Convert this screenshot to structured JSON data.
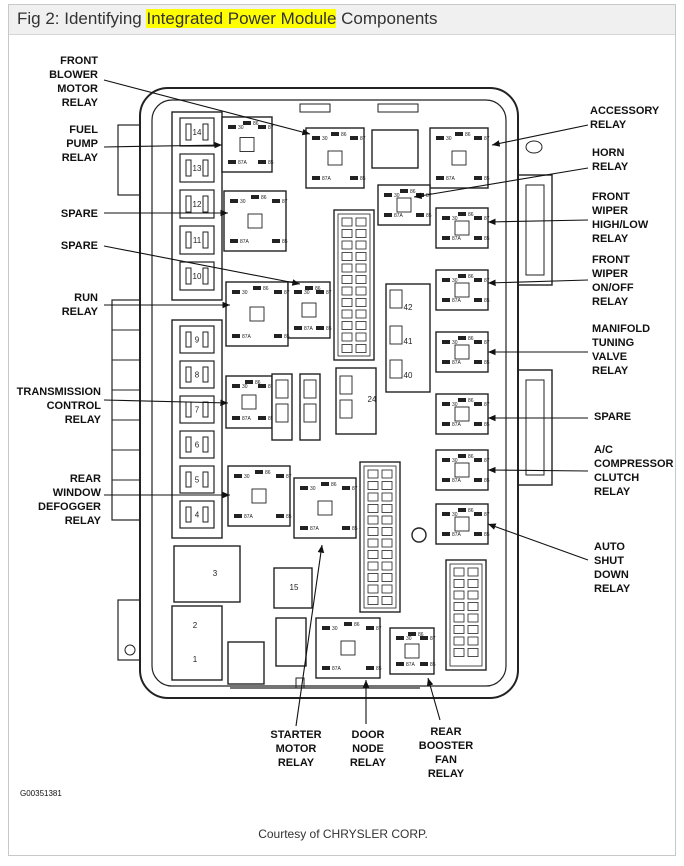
{
  "title": {
    "prefix": "Fig 2: Identifying ",
    "highlight": "Integrated Power Module",
    "suffix": " Components",
    "highlight_color": "#ffff00"
  },
  "labels_left": [
    [
      "FRONT",
      "BLOWER",
      "MOTOR",
      "RELAY"
    ],
    [
      "FUEL",
      "PUMP",
      "RELAY"
    ],
    [
      "SPARE"
    ],
    [
      "SPARE"
    ],
    [
      "RUN",
      "RELAY"
    ],
    [
      "TRANSMISSION",
      "CONTROL",
      "RELAY"
    ],
    [
      "REAR",
      "WINDOW",
      "DEFOGGER",
      "RELAY"
    ]
  ],
  "labels_right": [
    [
      "ACCESSORY",
      "RELAY"
    ],
    [
      "HORN",
      "RELAY"
    ],
    [
      "FRONT",
      "WIPER",
      "HIGH/LOW",
      "RELAY"
    ],
    [
      "FRONT",
      "WIPER",
      "ON/OFF",
      "RELAY"
    ],
    [
      "MANIFOLD",
      "TUNING",
      "VALVE",
      "RELAY"
    ],
    [
      "SPARE"
    ],
    [
      "A/C",
      "COMPRESSOR",
      "CLUTCH",
      "RELAY"
    ],
    [
      "AUTO",
      "SHUT",
      "DOWN",
      "RELAY"
    ]
  ],
  "labels_bottom": [
    [
      "STARTER",
      "MOTOR",
      "RELAY"
    ],
    [
      "DOOR",
      "NODE",
      "RELAY"
    ],
    [
      "REAR",
      "BOOSTER",
      "FAN",
      "RELAY"
    ]
  ],
  "fuse_numbers_left": [
    "14",
    "13",
    "12",
    "11",
    "10"
  ],
  "fuse_numbers_left_lower": [
    "9",
    "8",
    "7",
    "6",
    "5",
    "4"
  ],
  "fuse_numbers_bottom": [
    "3",
    "2",
    "1",
    "15"
  ],
  "fuse_numbers_center": [
    "24",
    "42",
    "41",
    "40"
  ],
  "relay_pins": [
    "30",
    "87",
    "87A",
    "85",
    "86"
  ],
  "figure_code": "G00351381",
  "footer": "Courtesy of CHRYSLER CORP."
}
